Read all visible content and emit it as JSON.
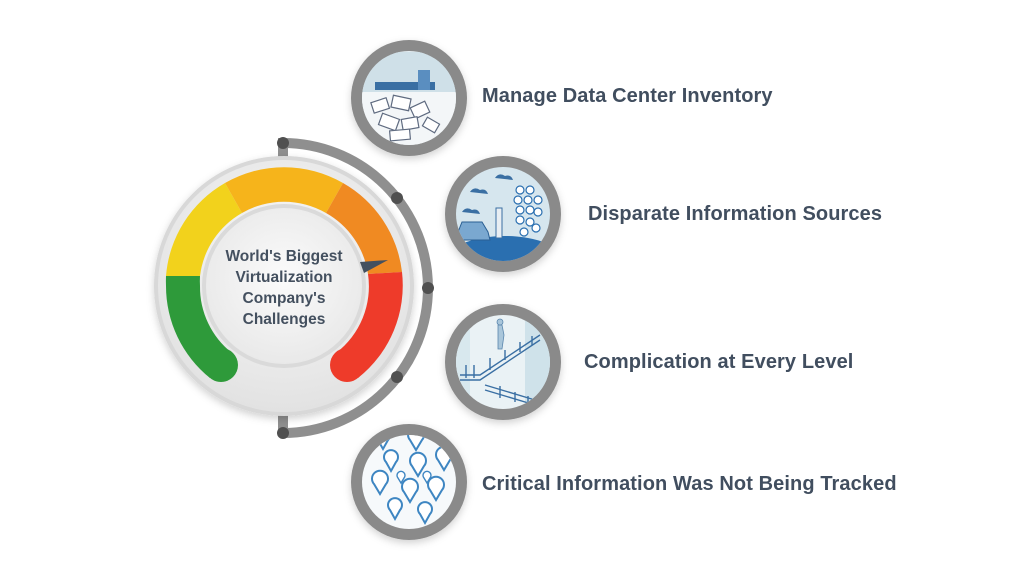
{
  "center": {
    "title_lines": [
      "World's Biggest",
      "Virtualization",
      "Company's",
      "Challenges"
    ]
  },
  "gauge": {
    "segments": [
      {
        "name": "green",
        "color": "#2e9a3a"
      },
      {
        "name": "yellow",
        "color": "#f2d21c"
      },
      {
        "name": "amber",
        "color": "#f5b21a"
      },
      {
        "name": "orange",
        "color": "#f08a22"
      },
      {
        "name": "red",
        "color": "#ee3b2a"
      }
    ],
    "needle_color": "#44505f"
  },
  "items": [
    {
      "label": "Manage Data Center Inventory",
      "icon": "cluttered-desk-illustration-icon"
    },
    {
      "label": "Disparate Information Sources",
      "icon": "car-fuel-tree-landscape-icon"
    },
    {
      "label": "Complication at Every Level",
      "icon": "staircase-climber-icon"
    },
    {
      "label": "Critical Information Was Not Being Tracked",
      "icon": "question-map-pins-icon"
    }
  ],
  "colors": {
    "text": "#414e5f",
    "ring_gray": "#8c8c8c",
    "accent_blue": "#2a6fb0"
  }
}
